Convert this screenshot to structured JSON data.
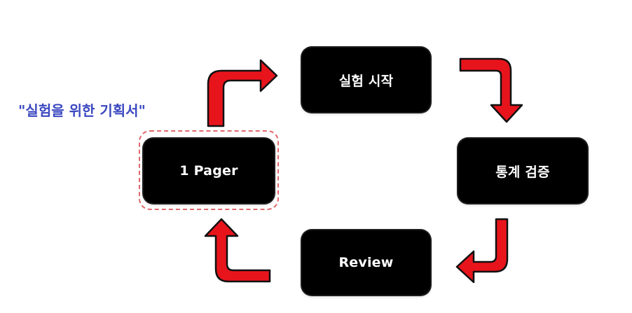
{
  "diagram": {
    "annotation": "\"실험을 위한 기획서\"",
    "nodes": {
      "start": "실험 시작",
      "stats": "통계 검증",
      "review": "Review",
      "pager": "1 Pager"
    },
    "colors": {
      "arrow_fill": "#e8141c",
      "arrow_stroke": "#111111",
      "node_fill": "#000000",
      "highlight_border": "#e0686b",
      "annotation_text": "#3a47c0"
    },
    "flow": [
      "1 Pager",
      "실험 시작",
      "통계 검증",
      "Review",
      "1 Pager"
    ]
  }
}
